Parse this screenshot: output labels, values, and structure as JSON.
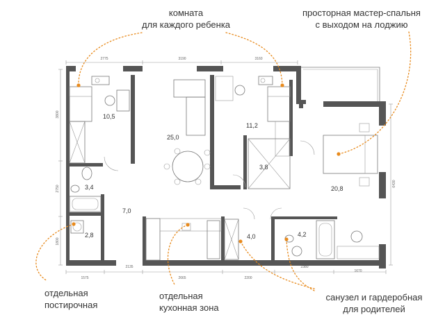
{
  "callouts": {
    "kids_room": {
      "line1": "комната",
      "line2": "для каждого ребенка"
    },
    "master_bedroom": {
      "line1": "просторная мастер-спальня",
      "line2": "с выходом на лоджию"
    },
    "laundry": {
      "line1": "отдельная",
      "line2": "постирочная"
    },
    "kitchen": {
      "line1": "отдельная",
      "line2": "кухонная зона"
    },
    "parents_bath": {
      "line1": "санузел и гардеробная",
      "line2": "для родителей"
    }
  },
  "rooms": [
    {
      "id": "kids-room-1",
      "area": "10,5"
    },
    {
      "id": "living-room",
      "area": "25,0"
    },
    {
      "id": "kids-room-2",
      "area": "11,2"
    },
    {
      "id": "wardrobe-1",
      "area": "3,8"
    },
    {
      "id": "master-bedroom",
      "area": "20,8"
    },
    {
      "id": "bathroom-1",
      "area": "3,4"
    },
    {
      "id": "hallway",
      "area": "7,0"
    },
    {
      "id": "laundry-room",
      "area": "2,8"
    },
    {
      "id": "wardrobe-2",
      "area": "4,0"
    },
    {
      "id": "parents-bathroom",
      "area": "4,2"
    }
  ],
  "dimensions": {
    "top": [
      "2775",
      "3190",
      "3160"
    ],
    "bottom": [
      "1575",
      "2135",
      "2665",
      "2200",
      "2380",
      "1670"
    ],
    "left": [
      "3800",
      "2750",
      "1800"
    ],
    "right": [
      "6430"
    ]
  },
  "colors": {
    "accent": "#e88a1c",
    "wall": "#555555",
    "text": "#333333"
  }
}
